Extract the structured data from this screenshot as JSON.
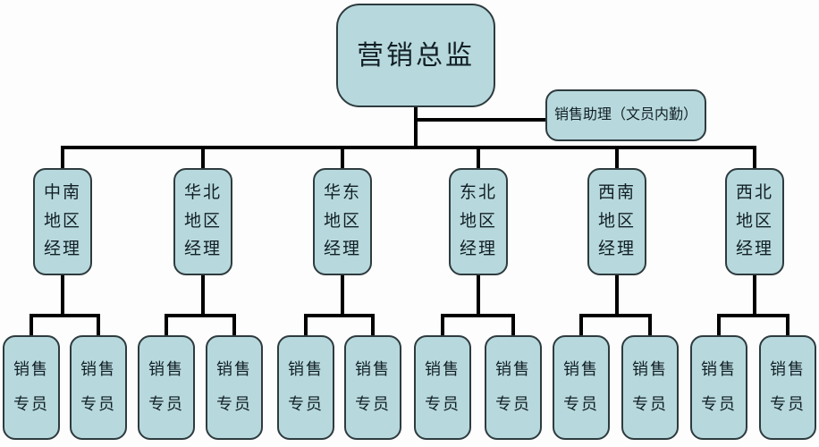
{
  "diagram": {
    "type": "org-chart",
    "root": {
      "label": "营销总监"
    },
    "assistant": {
      "label": "销售助理（文员内勤）"
    },
    "managers": [
      {
        "lines": [
          "中南",
          "地区",
          "经理"
        ]
      },
      {
        "lines": [
          "华北",
          "地区",
          "经理"
        ]
      },
      {
        "lines": [
          "华东",
          "地区",
          "经理"
        ]
      },
      {
        "lines": [
          "东北",
          "地区",
          "经理"
        ]
      },
      {
        "lines": [
          "西南",
          "地区",
          "经理"
        ]
      },
      {
        "lines": [
          "西北",
          "地区",
          "经理"
        ]
      }
    ],
    "specialists": [
      {
        "lines": [
          "销售",
          "专员"
        ]
      },
      {
        "lines": [
          "销售",
          "专员"
        ]
      },
      {
        "lines": [
          "销售",
          "专员"
        ]
      },
      {
        "lines": [
          "销售",
          "专员"
        ]
      },
      {
        "lines": [
          "销售",
          "专员"
        ]
      },
      {
        "lines": [
          "销售",
          "专员"
        ]
      },
      {
        "lines": [
          "销售",
          "专员"
        ]
      },
      {
        "lines": [
          "销售",
          "专员"
        ]
      },
      {
        "lines": [
          "销售",
          "专员"
        ]
      },
      {
        "lines": [
          "销售",
          "专员"
        ]
      },
      {
        "lines": [
          "销售",
          "专员"
        ]
      },
      {
        "lines": [
          "销售",
          "专员"
        ]
      }
    ],
    "colors": {
      "node_fill": "#b7d9dd",
      "node_border": "#2e3b3e",
      "connector": "#000000",
      "text": "#121f26",
      "background": "#fdfdfd"
    }
  }
}
